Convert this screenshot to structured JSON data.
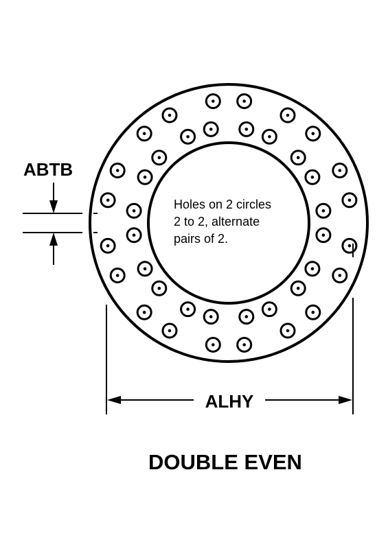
{
  "labels": {
    "abtb": "ABTB",
    "alhy": "ALHY",
    "note_line1": "Holes on 2 circles",
    "note_line2": "2 to 2, alternate",
    "note_line3": "pairs of 2.",
    "caption": "DOUBLE EVEN"
  },
  "pattern": {
    "outer_circle_hole_count": 20,
    "inner_circle_hole_count": 20,
    "arrangement": "pairs of 2, alternating between circles"
  },
  "colors": {
    "ink": "#000000",
    "background": "#ffffff"
  }
}
